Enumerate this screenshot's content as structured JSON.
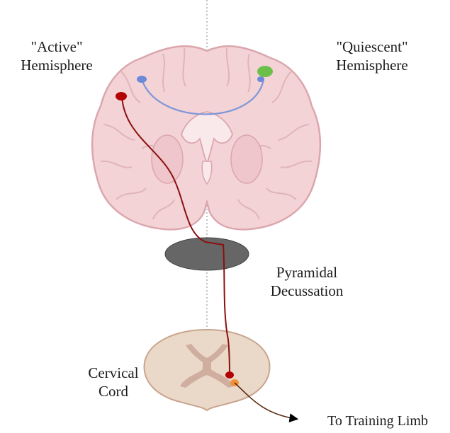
{
  "labels": {
    "active_line1": "\"Active\"",
    "active_line2": "Hemisphere",
    "quiescent_line1": "\"Quiescent\"",
    "quiescent_line2": "Hemisphere",
    "pyramidal_line1": "Pyramidal",
    "pyramidal_line2": "Decussation",
    "cervical_line1": "Cervical",
    "cervical_line2": "Cord",
    "limb": "To Training Limb"
  },
  "colors": {
    "brain_fill": "#f3d3d6",
    "brain_stroke": "#dba6ad",
    "cord_fill": "#ead8c8",
    "cord_gray_matter": "#cfaea0",
    "active_neuron": "#b30000",
    "corticospinal_tract": "#8b1010",
    "callosal_fiber": "#7f97d8",
    "blue_node": "#6b89d8",
    "green_node": "#6cc04a",
    "decussation": "#666666",
    "motor_neuron_orange": "#f0913a"
  }
}
